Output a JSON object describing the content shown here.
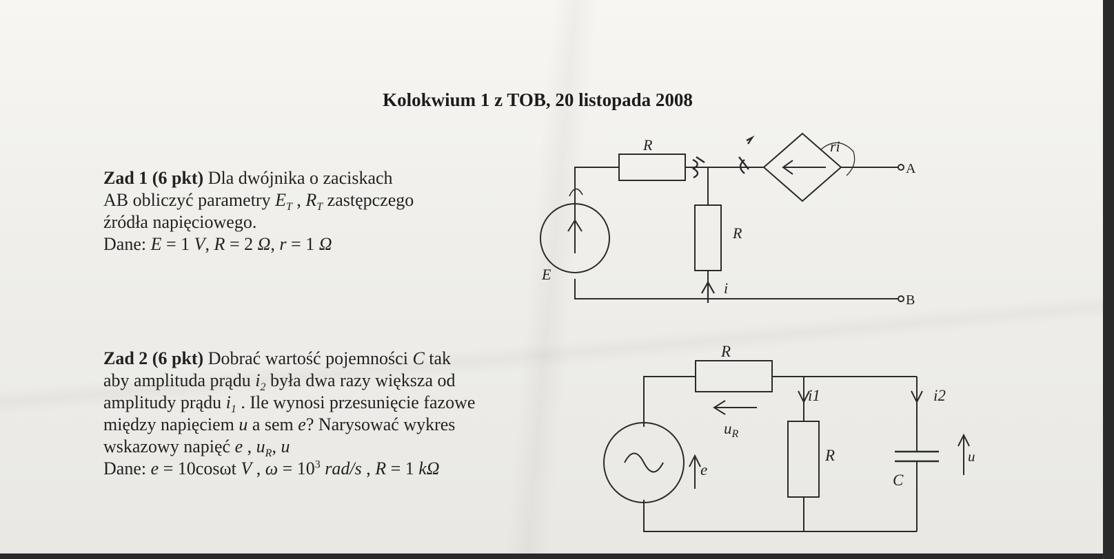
{
  "title": "Kolokwium 1 z TOB, 20 listopada 2008",
  "task1": {
    "label": "Zad 1 (6 pkt)",
    "l1_text": " Dla dwójnika o zaciskach",
    "l2_a": "AB obliczyć parametry ",
    "l2_ET": "E",
    "l2_ET_sub": "T",
    "l2_comma": " , ",
    "l2_RT": "R",
    "l2_RT_sub": "T",
    "l2_b": " zastępczego",
    "l3": "źródła napięciowego.",
    "l4_a": "Dane: ",
    "l4_E": "E",
    "l4_b": " = 1 ",
    "l4_V": "V",
    "l4_c": ", ",
    "l4_R": "R",
    "l4_d": " = 2 ",
    "l4_Om": "Ω",
    "l4_e": ", ",
    "l4_r": "r",
    "l4_f": " = 1 ",
    "l4_Om2": "Ω"
  },
  "task2": {
    "label": "Zad 2 (6 pkt)",
    "l1_a": " Dobrać wartość pojemności ",
    "l1_C": "C",
    "l1_b": " tak",
    "l2_a": "aby amplituda prądu ",
    "l2_i": "i",
    "l2_sub": "2",
    "l2_b": " była dwa razy większa od",
    "l3_a": "amplitudy prądu ",
    "l3_i": "i",
    "l3_sub": "1",
    "l3_b": " . Ile wynosi przesunięcie fazowe",
    "l4_a": "między napięciem ",
    "l4_u": "u",
    "l4_b": " a sem ",
    "l4_e": "e",
    "l4_c": "? Narysować wykres",
    "l5_a": "wskazowy napięć ",
    "l5_e": "e",
    "l5_b": " , ",
    "l5_u": "u",
    "l5_sub": "R",
    "l5_c": ", ",
    "l5_u2": "u",
    "l6_a": "Dane: ",
    "l6_e": "e",
    "l6_b": " = 10cosωt ",
    "l6_V": "V",
    "l6_c": " , ",
    "l6_om": "ω",
    "l6_d": " = 10",
    "l6_sup": "3",
    "l6_unit": "rad/s",
    "l6_e2": " , ",
    "l6_R": "R",
    "l6_f": " = 1 ",
    "l6_kOm": "kΩ"
  },
  "circuit1": {
    "R_top": "R",
    "R_vert": "R",
    "ri": "ri",
    "A": "A",
    "B": "B",
    "E": "E",
    "i": "i"
  },
  "circuit2": {
    "R_top": "R",
    "R_mid": "R",
    "C": "C",
    "i1": "i1",
    "i2": "i2",
    "uR": "u",
    "uR_sub": "R",
    "e": "e",
    "u": "u"
  }
}
